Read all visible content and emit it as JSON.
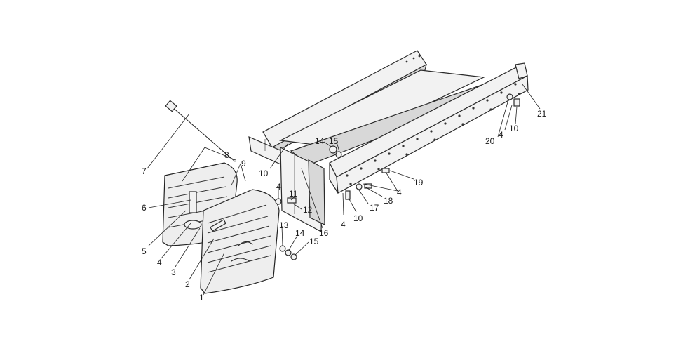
{
  "callouts": {
    "c1": "1",
    "c2": "2",
    "c3": "3",
    "c4a": "4",
    "c5": "5",
    "c6": "6",
    "c7": "7",
    "c8": "8",
    "c9": "9",
    "c10a": "10",
    "c4b": "4",
    "c11": "11",
    "c12": "12",
    "c13": "13",
    "c14a": "14",
    "c15a": "15",
    "c16": "16",
    "c14b": "14",
    "c15b": "15",
    "c4c": "4",
    "c10b": "10",
    "c17": "17",
    "c18": "18",
    "c4d": "4",
    "c19": "19",
    "c20": "20",
    "c4e": "4",
    "c10c": "10",
    "c21": "21"
  },
  "colors": {
    "line": "#2a2a2a",
    "background": "#ffffff",
    "fill": "#f2f2f2"
  }
}
